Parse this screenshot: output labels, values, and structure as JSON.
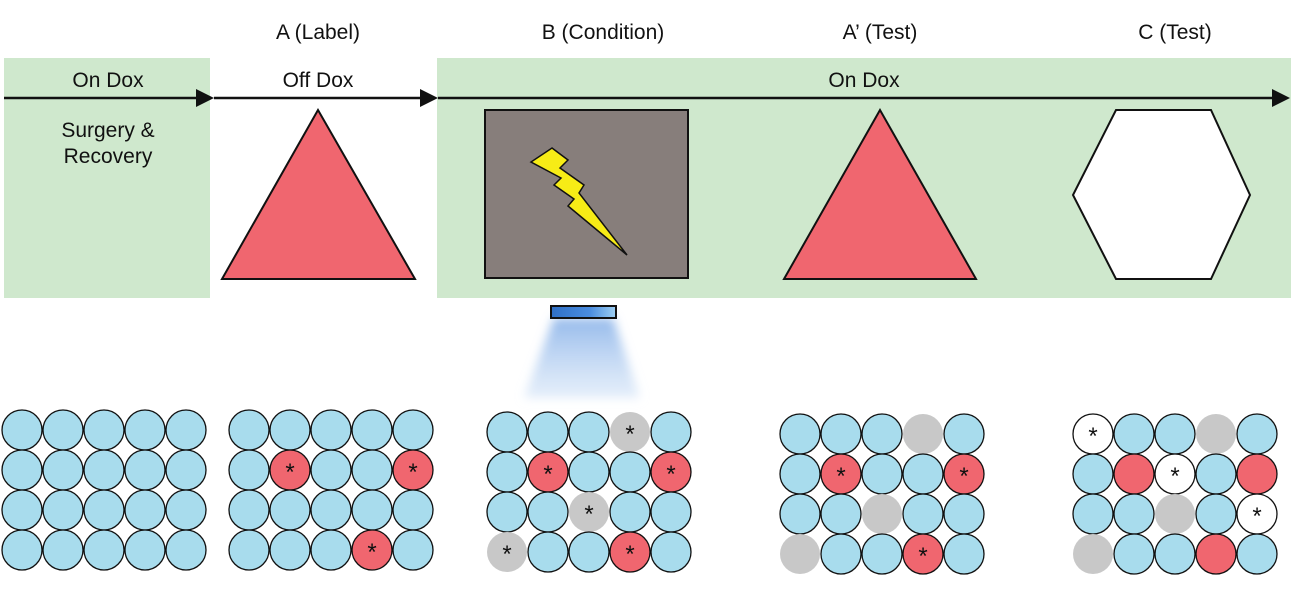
{
  "headers": [
    "A (Label)",
    "B (Condition)",
    "A’ (Test)",
    "C (Test)"
  ],
  "timeline": {
    "zone_labels": [
      "On Dox",
      "Off Dox",
      "On Dox"
    ],
    "pre_text": [
      "Surgery &",
      "Recovery"
    ]
  },
  "colors": {
    "on_dox_band": "#cfe8cd",
    "neutral_cell": "#a8dced",
    "engram_cell": "#f0666f",
    "activated_cell": "#c8c8c8",
    "test_cell": "#ffffff",
    "triangle": "#f0666f",
    "shock_box": "#877e7b",
    "bolt": "#f7ec16",
    "light": "#3f86d6"
  },
  "shapes": [
    "triangle-context",
    "shock-box-context",
    "triangle-context",
    "hexagon-context"
  ],
  "cell_grids": [
    {
      "rows": [
        [
          "neutral",
          "neutral",
          "neutral",
          "neutral",
          "neutral"
        ],
        [
          "neutral",
          "neutral",
          "neutral",
          "neutral",
          "neutral"
        ],
        [
          "neutral",
          "neutral",
          "neutral",
          "neutral",
          "neutral"
        ],
        [
          "neutral",
          "neutral",
          "neutral",
          "neutral",
          "neutral"
        ]
      ],
      "stars": []
    },
    {
      "rows": [
        [
          "neutral",
          "neutral",
          "neutral",
          "neutral",
          "neutral"
        ],
        [
          "neutral",
          "engram",
          "neutral",
          "neutral",
          "engram"
        ],
        [
          "neutral",
          "neutral",
          "neutral",
          "neutral",
          "neutral"
        ],
        [
          "neutral",
          "neutral",
          "neutral",
          "engram",
          "neutral"
        ]
      ],
      "stars": [
        [
          1,
          1
        ],
        [
          1,
          4
        ],
        [
          3,
          3
        ]
      ]
    },
    {
      "rows": [
        [
          "neutral",
          "neutral",
          "neutral",
          "activated",
          "neutral"
        ],
        [
          "neutral",
          "engram",
          "neutral",
          "neutral",
          "engram"
        ],
        [
          "neutral",
          "neutral",
          "activated",
          "neutral",
          "neutral"
        ],
        [
          "activated",
          "neutral",
          "neutral",
          "engram",
          "neutral"
        ]
      ],
      "stars": [
        [
          0,
          3
        ],
        [
          1,
          1
        ],
        [
          1,
          4
        ],
        [
          2,
          2
        ],
        [
          3,
          0
        ],
        [
          3,
          3
        ]
      ]
    },
    {
      "rows": [
        [
          "neutral",
          "neutral",
          "neutral",
          "activated",
          "neutral"
        ],
        [
          "neutral",
          "engram",
          "neutral",
          "neutral",
          "engram"
        ],
        [
          "neutral",
          "neutral",
          "activated",
          "neutral",
          "neutral"
        ],
        [
          "activated",
          "neutral",
          "neutral",
          "engram",
          "neutral"
        ]
      ],
      "stars": [
        [
          1,
          1
        ],
        [
          1,
          4
        ],
        [
          3,
          3
        ]
      ]
    },
    {
      "rows": [
        [
          "test",
          "neutral",
          "neutral",
          "activated",
          "neutral"
        ],
        [
          "neutral",
          "engram",
          "test",
          "neutral",
          "engram"
        ],
        [
          "neutral",
          "neutral",
          "activated",
          "neutral",
          "test"
        ],
        [
          "activated",
          "neutral",
          "neutral",
          "engram",
          "neutral"
        ]
      ],
      "stars": [
        [
          0,
          0
        ],
        [
          1,
          2
        ],
        [
          2,
          4
        ]
      ]
    }
  ]
}
